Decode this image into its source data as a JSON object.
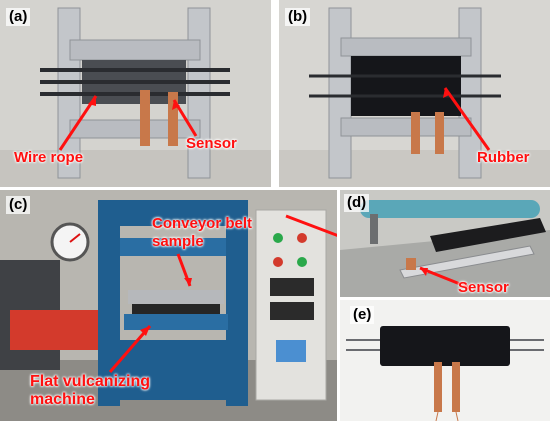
{
  "colors": {
    "annotation": "#ff1010",
    "aluminum": "#c9ccd0",
    "rubber": "#15161a",
    "copper": "#c8784a",
    "machine_blue": "#1f5e8f"
  },
  "panels": {
    "a": {
      "label": "(a)",
      "annotations": [
        "Wire rope",
        "Sensor"
      ]
    },
    "b": {
      "label": "(b)",
      "annotations": [
        "Rubber"
      ]
    },
    "c": {
      "label": "(c)",
      "annotations": [
        "Conveyor belt",
        "sample",
        "Flat vulcanizing",
        "machine"
      ]
    },
    "d": {
      "label": "(d)",
      "annotations": [
        "Sensor"
      ]
    },
    "e": {
      "label": "(e)"
    }
  }
}
